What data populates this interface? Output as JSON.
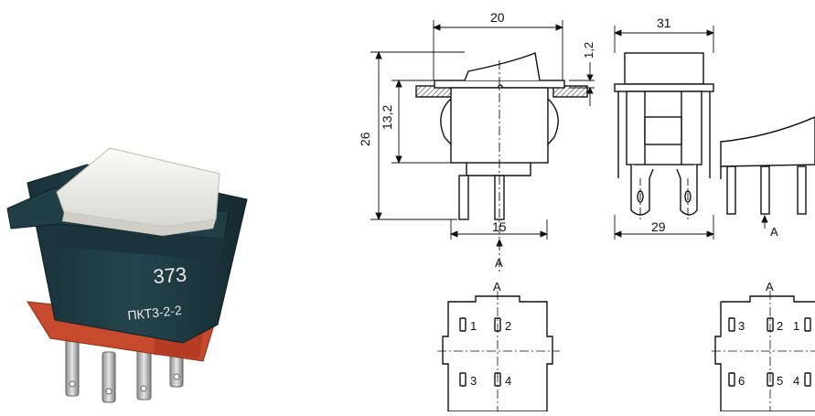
{
  "photo": {
    "marking_number": "373",
    "marking_code": "ПКТ3-2-2"
  },
  "dimensions": {
    "width": "20",
    "offset": "1,2",
    "height_total": "26",
    "height_body": "13,2",
    "pin_span": "15",
    "side_width": "31",
    "side_pin_span": "29"
  },
  "view_labels": {
    "view_a_top": "A",
    "view_a_left": "A",
    "view_a_right": "A",
    "view_a_arrow": "A"
  },
  "pinout_left": {
    "pin_1": "1",
    "pin_2": "2",
    "pin_3": "3",
    "pin_4": "4"
  },
  "pinout_right": {
    "pin_1": "1",
    "pin_2": "2",
    "pin_3": "3",
    "pin_4": "4",
    "pin_5": "5",
    "pin_6": "6"
  },
  "colors": {
    "body": "#1f3b43",
    "rocker": "#eeeeec",
    "base": "#c64b2e",
    "pins": "#c9c9c9"
  }
}
